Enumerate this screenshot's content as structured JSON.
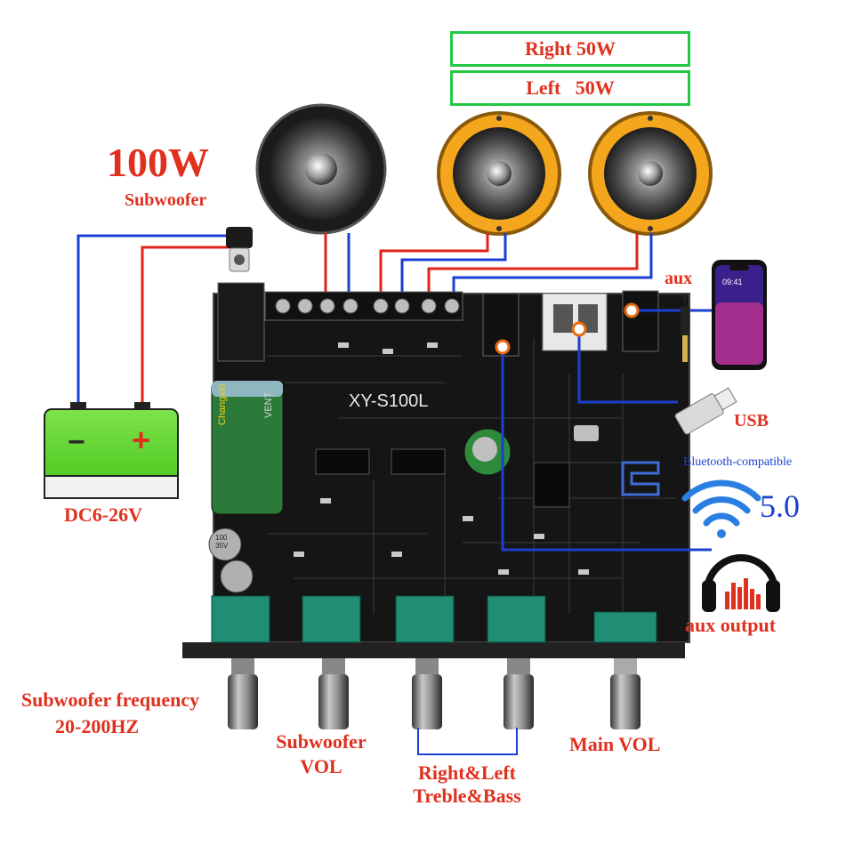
{
  "power": {
    "right_label": "Right 50W",
    "left_label": "Left   50W"
  },
  "subwoofer": {
    "power": "100W",
    "label": "Subwoofer"
  },
  "battery": {
    "minus": "−",
    "plus": "+",
    "voltage": "DC6-26V"
  },
  "board": {
    "model": "XY-S100L",
    "capacitor_brand": "Changxin",
    "capacitor_text": "VENT",
    "small_cap_text": "100 35V"
  },
  "inputs": {
    "aux": "aux",
    "usb": "USB",
    "bluetooth": "Bluetooth-compatible",
    "bluetooth_version": "5.0",
    "aux_output": "aux output"
  },
  "phone": {
    "time": "09:41"
  },
  "knobs": {
    "subwoofer_freq_line1": "Subwoofer frequency",
    "subwoofer_freq_line2": "20-200HZ",
    "subwoofer_vol_line1": "Subwoofer",
    "subwoofer_vol_line2": "VOL",
    "tone_line1": "Right&Left",
    "tone_line2": "Treble&Bass",
    "main_vol": "Main VOL"
  },
  "colors": {
    "label_red": "#e0301e",
    "box_green": "#22c744",
    "wire_red": "#e2231a",
    "wire_blue": "#1a3fd1",
    "bt_blue": "#2a7de1",
    "board": "#151515"
  }
}
